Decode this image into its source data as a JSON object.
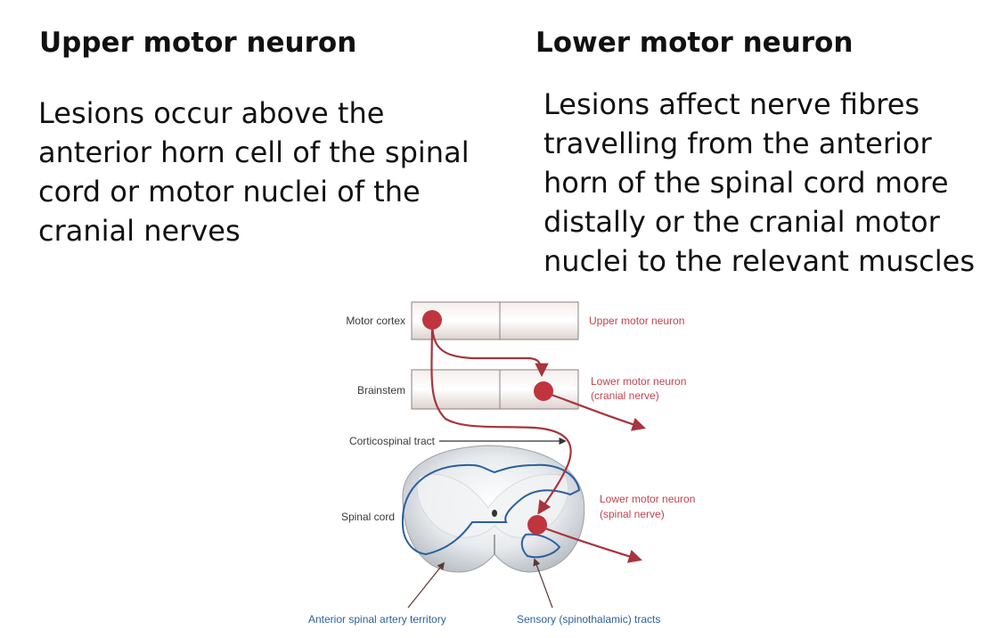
{
  "upper": {
    "title": "Upper motor neuron",
    "description_lines": [
      "Lesions occur above the",
      "anterior horn cell of the spinal",
      "cord or motor nuclei of the",
      "cranial nerves"
    ]
  },
  "lower": {
    "title": "Lower motor neuron",
    "description_lines": [
      "Lesions affect nerve fibres",
      "travelling from the anterior",
      "horn of the spinal cord more",
      "distally or the cranial motor",
      "nuclei to the relevant muscles"
    ]
  },
  "diagram": {
    "left_labels": {
      "motor_cortex": "Motor cortex",
      "brainstem": "Brainstem",
      "corticospinal_tract": "Corticospinal tract",
      "spinal_cord": "Spinal cord"
    },
    "right_labels": {
      "upper_motor_neuron": "Upper motor neuron",
      "lmn_cranial": "Lower motor neuron",
      "lmn_cranial_sub": "(cranial nerve)",
      "lmn_spinal": "Lower motor neuron",
      "lmn_spinal_sub": "(spinal nerve)"
    },
    "bottom_labels": {
      "anterior_spinal_artery": "Anterior spinal artery territory",
      "sensory_tracts": "Sensory (spinothalamic) tracts"
    },
    "colors": {
      "pathway_red": "#a8343d",
      "blue_outline": "#2c5f9e",
      "box_fill": "#e6dcd8"
    }
  }
}
